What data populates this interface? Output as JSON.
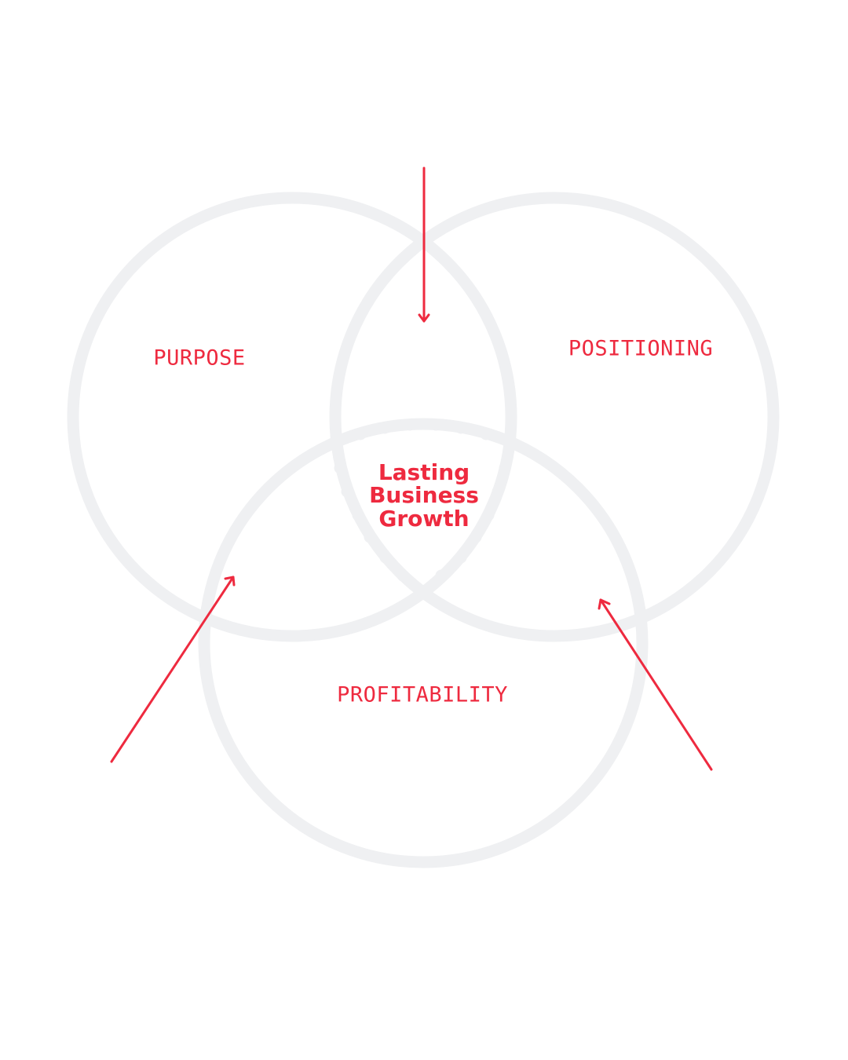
{
  "colors": {
    "accent": "#ee2a3f",
    "ring": "#eff0f2",
    "background": "#ffffff"
  },
  "circles": {
    "purpose": {
      "label": "PURPOSE"
    },
    "positioning": {
      "label": "POSITIONING"
    },
    "profitability": {
      "label": "PROFITABILITY"
    }
  },
  "center": {
    "line1": "Lasting",
    "line2": "Business",
    "line3": "Growth"
  }
}
